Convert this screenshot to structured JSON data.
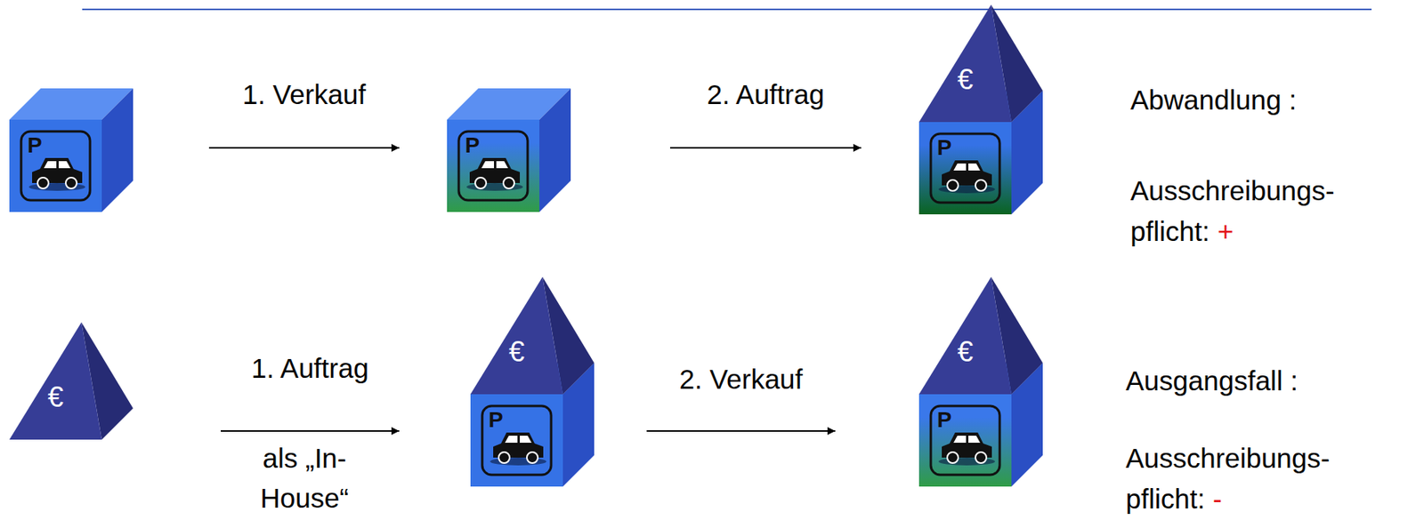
{
  "diagram": {
    "nodes": [
      {
        "text": [
          "P"
        ]
      },
      {
        "text": [
          "P"
        ]
      },
      {
        "text": [
          "€",
          "P"
        ]
      },
      {
        "text": [
          "€"
        ]
      },
      {
        "text": [
          "€",
          "P"
        ]
      },
      {
        "text": [
          "€",
          "P"
        ]
      }
    ],
    "edges": [
      {
        "from": 0,
        "to": 1,
        "label": "1. Verkauf",
        "arrow": "to"
      },
      {
        "from": 1,
        "to": 2,
        "label": "2. Auftrag",
        "arrow": "to"
      },
      {
        "from": 3,
        "to": 4,
        "label": "1. Auftrag",
        "arrow": "to"
      },
      {
        "from": 4,
        "to": 5,
        "label": "2. Verkauf",
        "arrow": "to"
      }
    ],
    "labels": [
      "als „In-House“",
      "Abwandlung :",
      "Ausschreibungs- pflicht:",
      "+",
      "Ausgangsfall :",
      "Ausschreibungs- pflicht:",
      "-"
    ]
  }
}
